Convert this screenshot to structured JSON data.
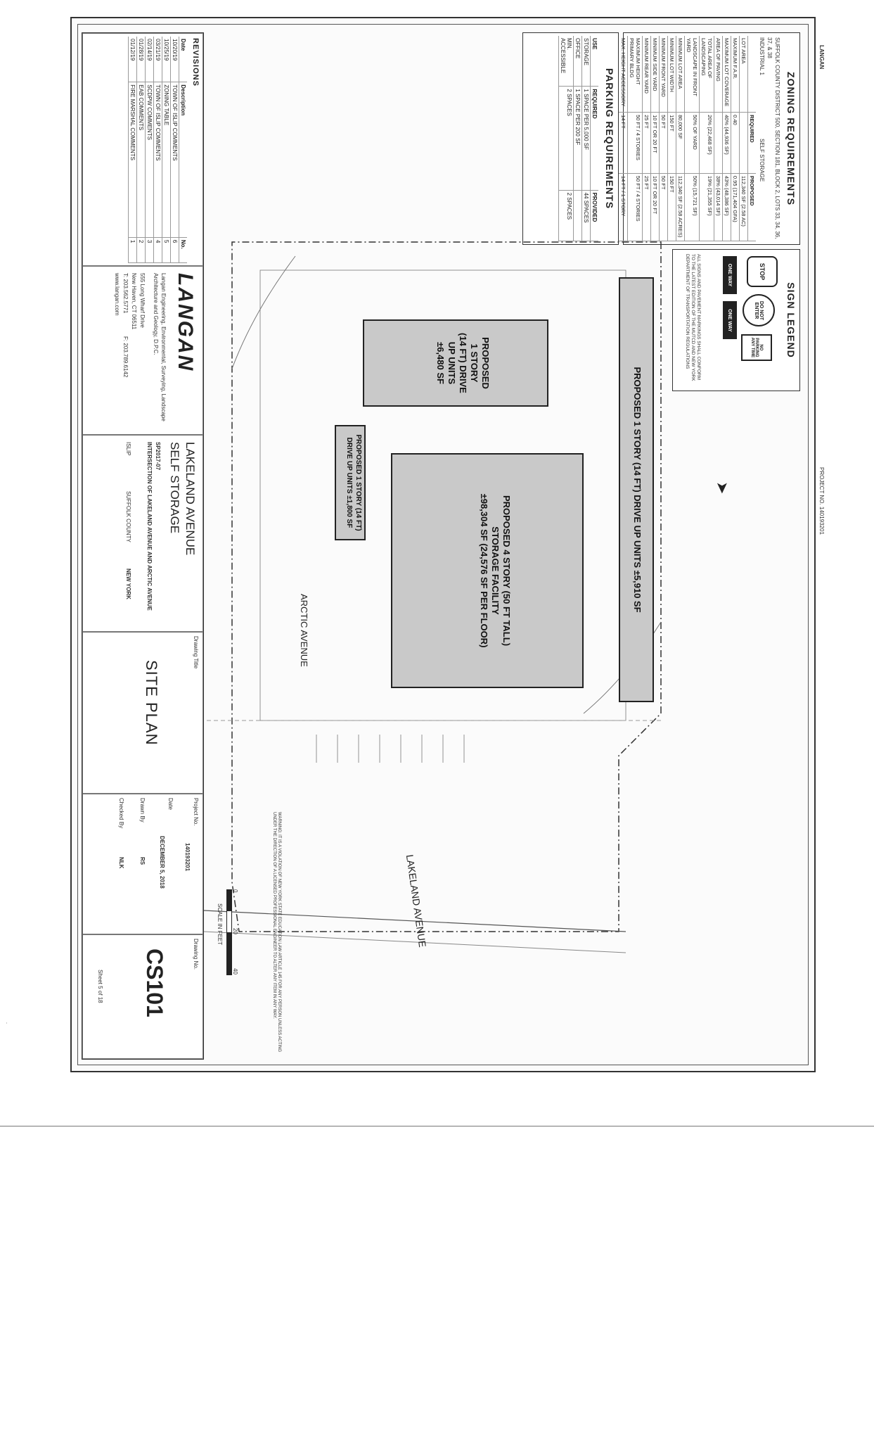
{
  "sheet": {
    "project_no_header": "PROJECT NO. 140193201",
    "firm_header": "LANGAN"
  },
  "zoning": {
    "title": "ZONING REQUIREMENTS",
    "location": "SUFFOLK COUNTY DISTRICT 500, SECTION 181, BLOCK 2, LOTS 33, 34, 36, 37, & 38",
    "district": "INDUSTRIAL 1",
    "use": "SELF STORAGE",
    "headers": [
      "",
      "REQUIRED",
      "PROPOSED"
    ],
    "rows": [
      [
        "LOT AREA",
        "",
        "112,340 SF (2.58 AC)"
      ],
      [
        "MAXIMUM F.A.R.",
        "0.40",
        "0.95 (171,404 GFA)"
      ],
      [
        "MAXIMUM LOT COVERAGE",
        "40% (44,936 SF)",
        "43% (48,386 SF)"
      ],
      [
        "AREA OF PAVING",
        "",
        "38% (43,014 SF)"
      ],
      [
        "TOTAL AREA OF LANDSCAPING",
        "20% (22,468 SF)",
        "19% (21,355 SF)"
      ],
      [
        "LANDSCAPE IN FRONT YARD",
        "50% OF YARD",
        "50% (15,721 SF)"
      ],
      [
        "MINIMUM LOT AREA",
        "80,000 SF",
        "112,340 SF (2.58 ACRES)"
      ],
      [
        "MINIMUM LOT WIDTH",
        "150 FT",
        "150 FT"
      ],
      [
        "MINIMUM FRONT YARD",
        "50 FT",
        "50 FT"
      ],
      [
        "MINIMUM SIDE YARD",
        "10 FT OR 20 FT",
        "10 FT OR 20 FT"
      ],
      [
        "MINIMUM REAR YARD",
        "25 FT",
        "25 FT"
      ],
      [
        "MAXIMUM HEIGHT PRIMARY BLDG",
        "50 FT / 4 STORIES",
        "50 FT / 4 STORIES"
      ],
      [
        "MAX. HEIGHT ACCESSORY BLDG",
        "14 FT",
        "14 FT / 1 STORY"
      ]
    ]
  },
  "parking": {
    "title": "PARKING REQUIREMENTS",
    "headers": [
      "USE",
      "REQUIRED",
      "PROVIDED"
    ],
    "rows": [
      [
        "STORAGE",
        "1 SPACE PER 5,000 SF",
        "44 SPACES"
      ],
      [
        "OFFICE",
        "1 SPACE PER 200 SF",
        ""
      ],
      [
        "MIN. ACCESSIBLE",
        "2 SPACES",
        "2 SPACES"
      ]
    ]
  },
  "signs": {
    "title": "SIGN LEGEND",
    "items": [
      "STOP",
      "DO NOT ENTER",
      "NO PARKING ANY TIME",
      "ONE WAY",
      "ONE WAY"
    ],
    "note": "ALL SIGNS AND PAVEMENT MARKINGS SHALL CONFORM TO THE LATEST EDITION OF THE MUTCD AND NEW YORK DEPARTMENT OF TRANSPORTATION REGULATIONS"
  },
  "buildings": {
    "b1": [
      "PROPOSED 1 STORY (14 FT) DRIVE UP UNITS ±5,910 SF"
    ],
    "b2": [
      "PROPOSED",
      "1 STORY",
      "(14 FT) DRIVE",
      "UP UNITS",
      "±6,480 SF"
    ],
    "b3": [
      "PROPOSED 1 STORY (14 FT)",
      "DRIVE UP UNITS ±1,800 SF"
    ],
    "b4": [
      "PROPOSED 4 STORY (50 FT TALL)",
      "STORAGE FACILITY",
      "±98,304 SF (24,576 SF PER FLOOR)"
    ]
  },
  "streets": {
    "lakeland": "LAKELAND AVENUE",
    "arctic": "ARCTIC AVENUE"
  },
  "titleblock": {
    "firm": "LANGAN",
    "firm_sub": "Langan Engineering, Environmental, Surveying, Landscape Architecture and Geology, D.P.C.",
    "firm_addr": "555 Long Wharf Drive",
    "firm_city": "New Haven, CT 06511",
    "firm_phone": "T: 203.562.5771",
    "firm_fax": "F: 203.789.6142",
    "firm_web": "www.langan.com",
    "project": "LAKELAND AVENUE",
    "project2": "SELF STORAGE",
    "sp_no": "SP2017-07",
    "parcels": "INTERSECTION OF LAKELAND AVENUE AND ARCTIC AVENUE",
    "town": "ISLIP",
    "county": "SUFFOLK COUNTY",
    "state": "NEW YORK",
    "drawing_title_label": "Drawing Title",
    "drawing_title": "SITE PLAN",
    "project_no_label": "Project No.",
    "project_no": "140193201",
    "date_label": "Date",
    "date": "DECEMBER 5, 2018",
    "drawn_by_label": "Drawn By",
    "drawn_by": "RS",
    "checked_by_label": "Checked By",
    "checked_by": "NLK",
    "drawing_no_label": "Drawing No.",
    "drawing_no": "CS101",
    "sheet_label": "Sheet",
    "sheet": "5",
    "sheet_of": "of",
    "sheet_total": "18"
  },
  "revisions": {
    "title": "REVISIONS",
    "headers": [
      "Date",
      "Description",
      "No."
    ],
    "rows": [
      [
        "10/20/19",
        "TOWN OF ISLIP COMMENTS",
        "6"
      ],
      [
        "10/25/19",
        "ZONING TABLE",
        "5"
      ],
      [
        "03/21/19",
        "TOWN OF ISLIP COMMENTS",
        "4"
      ],
      [
        "02/14/19",
        "SCDPW COMMENTS",
        "3"
      ],
      [
        "01/28/19",
        "EAB COMMENTS",
        "2"
      ],
      [
        "01/12/19",
        "FIRE MARSHAL COMMENTS",
        "1"
      ]
    ]
  },
  "scale": {
    "label": "SCALE IN FEET",
    "ticks": [
      "0",
      "20",
      "40"
    ]
  },
  "warning": "WARNING: IT IS A VIOLATION OF NEW YORK STATE EDUCATION LAW ARTICLE 145 FOR ANY PERSON UNLESS ACTING UNDER THE DIRECTION OF A LICENSED PROFESSIONAL ENGINEER TO ALTER ANY ITEM IN ANY WAY."
}
